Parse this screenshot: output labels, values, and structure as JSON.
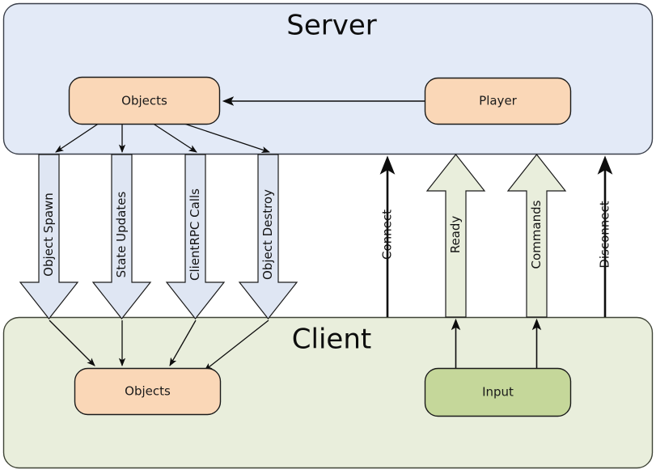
{
  "diagram": {
    "title_server": "Server",
    "title_client": "Client",
    "colors": {
      "server_panel_fill": "#e3eaf7",
      "server_panel_stroke": "#3a3f4a",
      "client_panel_fill": "#e9eedc",
      "client_panel_stroke": "#3f4436",
      "object_node_fill": "#fad7b7",
      "object_node_stroke": "#1a1a1a",
      "player_node_fill": "#fad7b7",
      "player_node_stroke": "#1a1a1a",
      "input_node_fill": "#c5d79a",
      "input_node_stroke": "#1a1a1a",
      "down_arrow_fill": "#dfe6f3",
      "down_arrow_stroke": "#1a1a1a",
      "up_arrow_fill": "#e9eedc",
      "up_arrow_stroke": "#1a1a1a",
      "thin_arrow_stroke": "#0d0d0d"
    },
    "panels": [
      {
        "id": "server",
        "label": "Server"
      },
      {
        "id": "client",
        "label": "Client"
      }
    ],
    "nodes": [
      {
        "id": "server-objects",
        "label": "Objects",
        "panel": "server"
      },
      {
        "id": "server-player",
        "label": "Player",
        "panel": "server"
      },
      {
        "id": "client-objects",
        "label": "Objects",
        "panel": "client"
      },
      {
        "id": "client-input",
        "label": "Input",
        "panel": "client"
      }
    ],
    "downstream_flows": [
      {
        "id": "object-spawn",
        "label": "Object Spawn",
        "direction": "server-to-client"
      },
      {
        "id": "state-updates",
        "label": "State Updates",
        "direction": "server-to-client"
      },
      {
        "id": "clientrpc-calls",
        "label": "ClientRPC Calls",
        "direction": "server-to-client"
      },
      {
        "id": "object-destroy",
        "label": "Object Destroy",
        "direction": "server-to-client"
      }
    ],
    "upstream_flows": [
      {
        "id": "connect",
        "label": "Connect",
        "direction": "client-to-server",
        "style": "thin"
      },
      {
        "id": "ready",
        "label": "Ready",
        "direction": "client-to-server",
        "style": "block"
      },
      {
        "id": "commands",
        "label": "Commands",
        "direction": "client-to-server",
        "style": "block"
      },
      {
        "id": "disconnect",
        "label": "Disconnect",
        "direction": "client-to-server",
        "style": "thin"
      }
    ],
    "internal_links": [
      {
        "id": "player-to-objects",
        "from": "server-player",
        "to": "server-objects",
        "label": ""
      }
    ]
  }
}
